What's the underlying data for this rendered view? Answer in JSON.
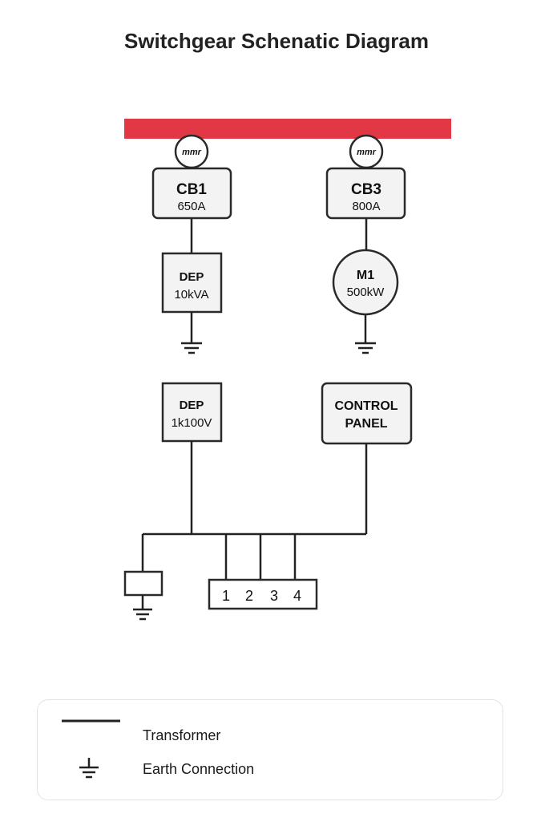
{
  "title": "Switchgear Schenatic Diagram",
  "colors": {
    "busbar": "#e23744",
    "wire": "#222222",
    "box_fill": "#f3f3f3"
  },
  "components": {
    "cb1": {
      "name": "CB1",
      "rating": "650A"
    },
    "cb3": {
      "name": "CB3",
      "rating": "800A"
    },
    "dep1": {
      "name": "DEP",
      "rating": "10kVA"
    },
    "m1": {
      "name": "M1",
      "rating": "500kW"
    },
    "dep2": {
      "name": "DEP",
      "rating": "1k100V"
    },
    "control_panel": {
      "line1": "CONTROL",
      "line2": "PANEL"
    },
    "terminals": [
      "1",
      "2",
      "3",
      "4"
    ],
    "meter_glyph": "mmr"
  },
  "legend": {
    "items": [
      {
        "icon": "line-icon",
        "label": "Transformer"
      },
      {
        "icon": "earth-icon",
        "label": "Earth Connection"
      }
    ]
  }
}
